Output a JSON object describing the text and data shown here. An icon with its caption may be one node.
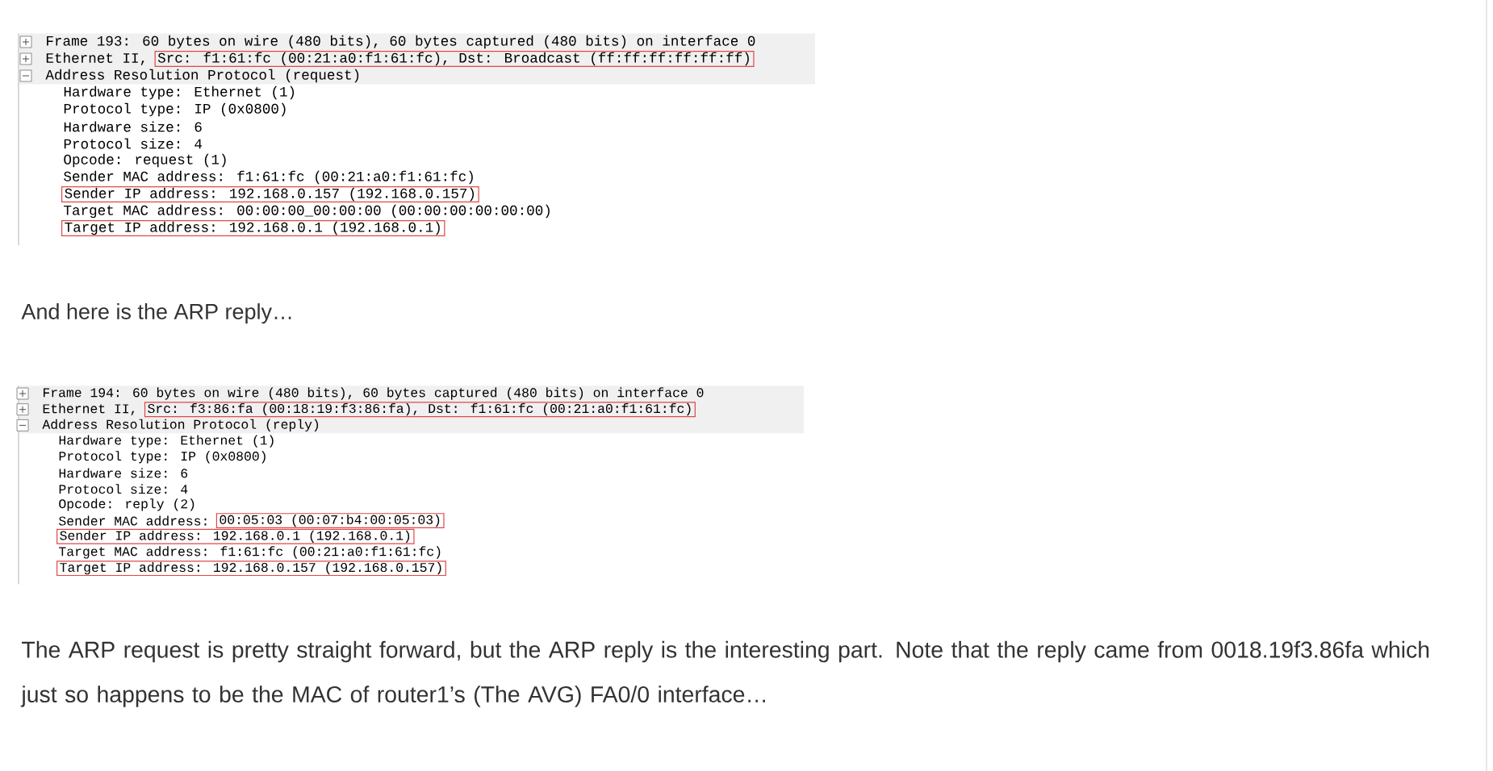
{
  "diagram": {
    "nodes": [
      {
        "text": [
          "Src: f1:61:fc (00:21:a0:f1:61:fc), Dst: Broadcast (ff:ff:ff:ff:ff:ff)"
        ]
      },
      {
        "text": [
          "Sender IP address: 192.168.0.157 (192.168.0.157)"
        ]
      },
      {
        "text": [
          "Target IP address: 192.168.0.1 (192.168.0.1)"
        ]
      },
      {
        "text": [
          "Src: f3:86:fa (00:18:19:f3:86:fa), Dst: f1:61:fc (00:21:a0:f1:61:fc)"
        ]
      },
      {
        "text": [
          "00:05:03 (00:07:b4:00:05:03)"
        ]
      },
      {
        "text": [
          "Sender IP address: 192.168.0.1 (192.168.0.1)"
        ]
      },
      {
        "text": [
          "Target IP address: 192.168.0.157 (192.168.0.157)"
        ]
      }
    ],
    "labels": [
      "Frame 193: 60 bytes on wire (480 bits), 60 bytes captured (480 bits) on interface 0",
      "Ethernet II,",
      "Address Resolution Protocol (request)",
      "Hardware type: Ethernet (1)",
      "Protocol type: IP (0x0800)",
      "Hardware size: 6",
      "Protocol size: 4",
      "Opcode: request (1)",
      "Sender MAC address: f1:61:fc (00:21:a0:f1:61:fc)",
      "Target MAC address: 00:00:00_00:00:00 (00:00:00:00:00:00)",
      "And here is the ARP reply…",
      "Frame 194: 60 bytes on wire (480 bits), 60 bytes captured (480 bits) on interface 0",
      "Ethernet II,",
      "Address Resolution Protocol (reply)",
      "Hardware type: Ethernet (1)",
      "Protocol type: IP (0x0800)",
      "Hardware size: 6",
      "Protocol size: 4",
      "Opcode: reply (2)",
      "Sender MAC address:",
      "Target MAC address: f1:61:fc (00:21:a0:f1:61:fc)",
      "The ARP request is pretty straight forward, but the ARP reply is the interesting part.  Note that the reply came from 0018.19f3.86fa which just so happens to be the MAC of router1’s (The AVG) FA0/0 interface…"
    ]
  }
}
